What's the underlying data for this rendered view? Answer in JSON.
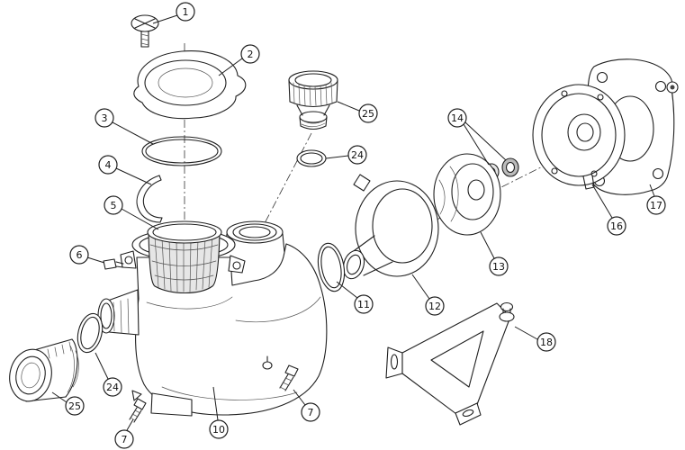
{
  "diagram": {
    "type": "exploded-parts-diagram",
    "subject": "pump-assembly-line-drawing",
    "background_color": "#ffffff",
    "line_color": "#1f1f1f",
    "callouts": [
      {
        "label": "1"
      },
      {
        "label": "2"
      },
      {
        "label": "3"
      },
      {
        "label": "4"
      },
      {
        "label": "5"
      },
      {
        "label": "6"
      },
      {
        "label": "7"
      },
      {
        "label": "7"
      },
      {
        "label": "10"
      },
      {
        "label": "11"
      },
      {
        "label": "12"
      },
      {
        "label": "13"
      },
      {
        "label": "14"
      },
      {
        "label": "16"
      },
      {
        "label": "17"
      },
      {
        "label": "18"
      },
      {
        "label": "24"
      },
      {
        "label": "24"
      },
      {
        "label": "25"
      },
      {
        "label": "25"
      }
    ]
  }
}
